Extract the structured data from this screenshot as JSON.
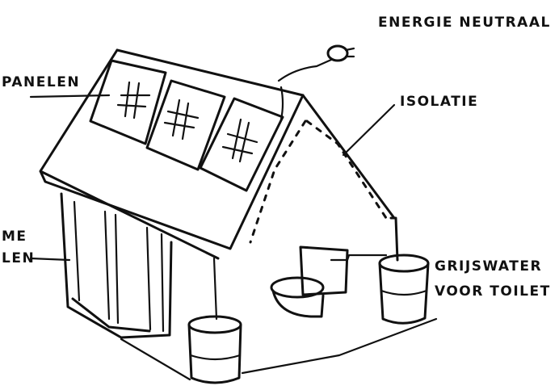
{
  "labels": {
    "energie_neutraal": "ENERGIE NEUTRAAL",
    "zonnepanelen": "PANELEN",
    "isolatie": "ISOLATIE",
    "warmte_ramen_line1": "ME",
    "warmte_ramen_line2": "LEN",
    "grijswater_line1": "GRIJSWATER",
    "grijswater_line2": "VOOR TOILET"
  },
  "colors": {
    "ink": "#111111",
    "paper": "#ffffff"
  },
  "icons": [
    "plug-icon"
  ]
}
